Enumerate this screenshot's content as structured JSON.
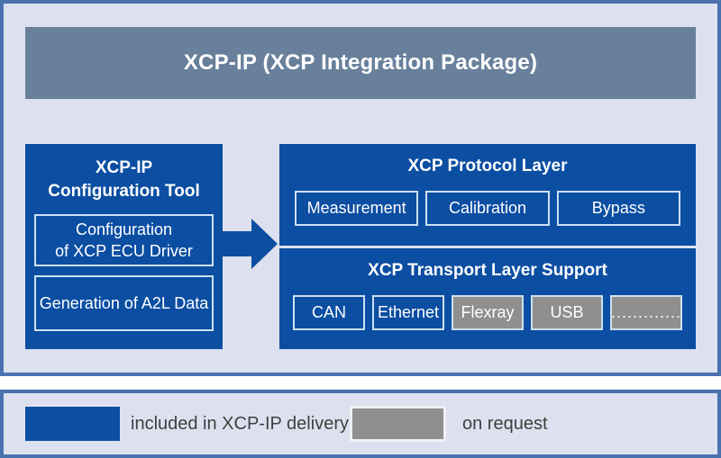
{
  "header": {
    "title": "XCP-IP (XCP Integration Package)"
  },
  "config_tool": {
    "title": "XCP-IP\nConfiguration Tool",
    "items": [
      {
        "label": "Configuration\nof XCP ECU Driver",
        "type": "included"
      },
      {
        "label": "Generation of A2L Data",
        "type": "included"
      }
    ]
  },
  "protocol_layer": {
    "title": "XCP Protocol Layer",
    "items": [
      {
        "label": "Measurement",
        "type": "included"
      },
      {
        "label": "Calibration",
        "type": "included"
      },
      {
        "label": "Bypass",
        "type": "included"
      }
    ]
  },
  "transport_layer": {
    "title": "XCP Transport Layer Support",
    "items": [
      {
        "label": "CAN",
        "type": "included"
      },
      {
        "label": "Ethernet",
        "type": "included"
      },
      {
        "label": "Flexray",
        "type": "on_request"
      },
      {
        "label": "USB",
        "type": "on_request"
      },
      {
        "label": ".............",
        "type": "on_request"
      }
    ]
  },
  "legend": {
    "included_label": "included in XCP-IP delivery",
    "on_request_label": "on request"
  },
  "colors": {
    "included": "#0b4ea2",
    "on_request": "#8f8f8f",
    "frame_border": "#4a72ae",
    "frame_bg": "#dde1ef",
    "header_bar": "#68809b",
    "box_border": "#cde0f1",
    "arrow": "#0b4ea2",
    "legend_text": "#3f3f3f"
  }
}
